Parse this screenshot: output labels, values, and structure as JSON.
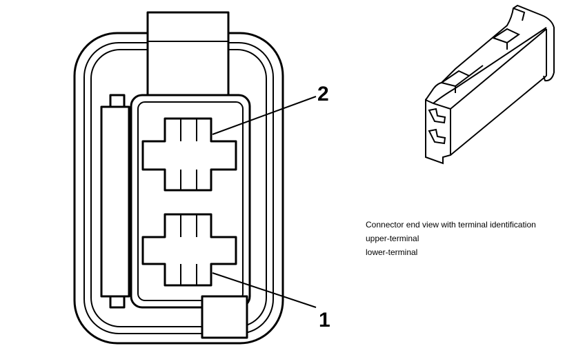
{
  "diagram": {
    "title": "Connector end view with terminal identification",
    "callouts": [
      {
        "label": "2",
        "target": "upper-terminal"
      },
      {
        "label": "1",
        "target": "lower-terminal"
      }
    ],
    "line_color": "#000000",
    "background_color": "#ffffff"
  }
}
